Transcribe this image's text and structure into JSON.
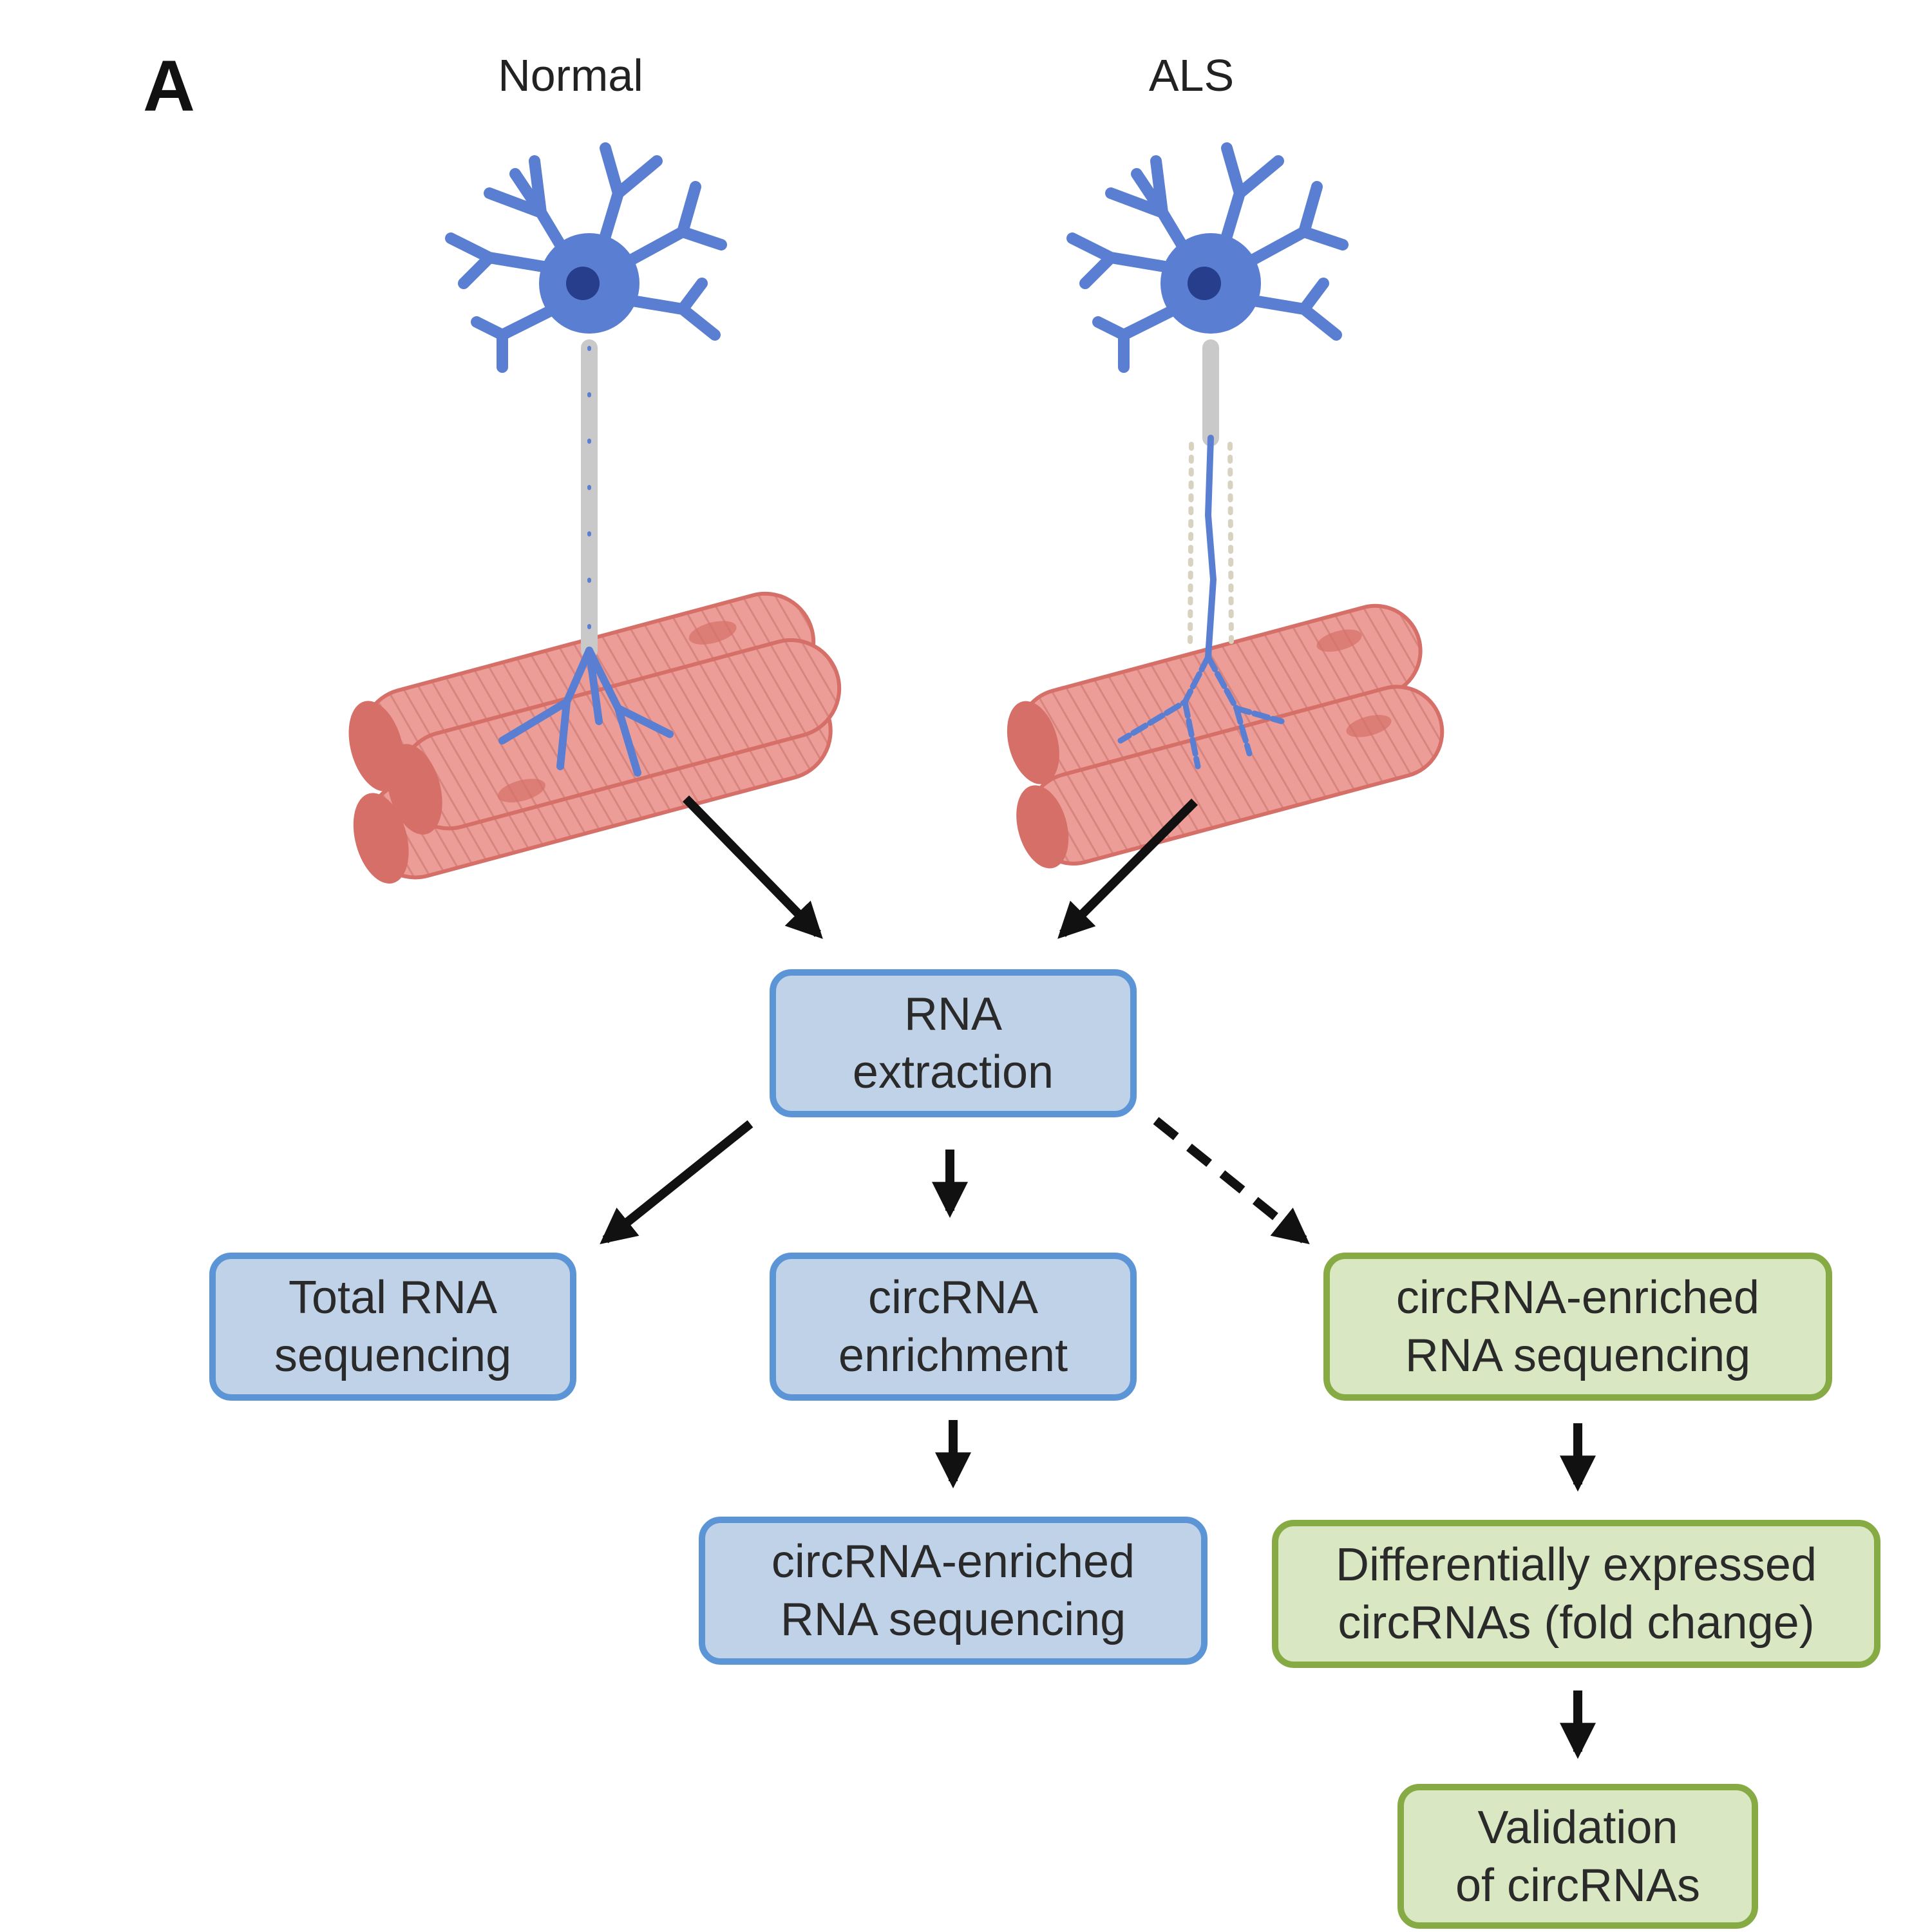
{
  "panel_label": "A",
  "columns": {
    "normal": "Normal",
    "als": "ALS"
  },
  "boxes": {
    "rna_extraction": [
      "RNA",
      "extraction"
    ],
    "total_rna_seq": [
      "Total RNA",
      "sequencing"
    ],
    "circ_enrichment": [
      "circRNA",
      "enrichment"
    ],
    "circ_enriched_seq_blue": [
      "circRNA-enriched",
      "RNA sequencing"
    ],
    "circ_enriched_seq_green": [
      "circRNA-enriched",
      "RNA sequencing"
    ],
    "diff_expressed": [
      "Differentially expressed",
      "circRNAs (fold change)"
    ],
    "validation": [
      "Validation",
      "of circRNAs"
    ]
  },
  "colors": {
    "neuron": "#5a7fd2",
    "nucleus": "#263e8c",
    "axon": "#c9c9c9",
    "muscle": "#ec9d97",
    "muscle_dark": "#d56f68",
    "blue_box_fill": "#c0d2e8",
    "blue_box_border": "#5b95d6",
    "green_box_fill": "#d9e8c2",
    "green_box_border": "#86ab45",
    "arrow": "#111111"
  }
}
